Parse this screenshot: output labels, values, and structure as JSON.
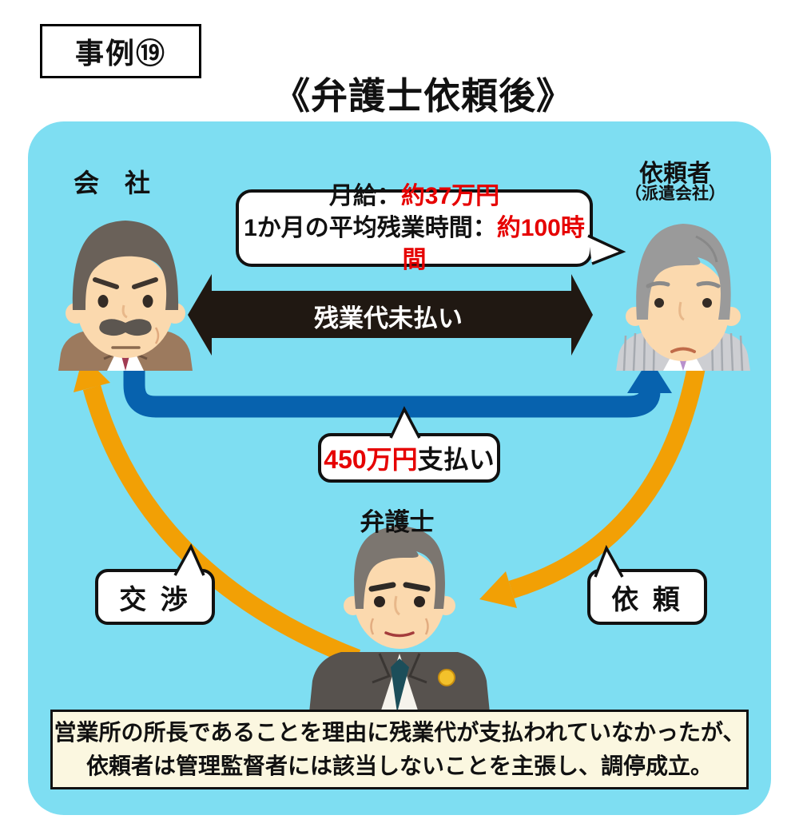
{
  "badge_label": "事例⑲",
  "title": "《弁護士依頼後》",
  "actors": {
    "company": {
      "label": "会　社"
    },
    "client": {
      "label": "依頼者",
      "sublabel": "（派遣会社）"
    },
    "lawyer": {
      "label": "弁護士"
    }
  },
  "bubbles": {
    "salary": {
      "line1_label": "月給：",
      "line1_value": "約37万円",
      "line2_label": "1か月の平均残業時間：",
      "line2_value": "約100時間"
    },
    "payment": {
      "value": "450万円",
      "label": "支払い"
    },
    "negotiation": {
      "label": "交 渉"
    },
    "request": {
      "label": "依 頼"
    }
  },
  "arrows": {
    "unpaid_label": "残業代未払い",
    "payment_direction": "client-to-company-payment",
    "request_direction": "client-to-lawyer",
    "negotiation_direction": "lawyer-to-company"
  },
  "footer": {
    "line1": "営業所の所長であることを理由に残業代が支払われていなかったが、",
    "line2": "依頼者は管理監督者には該当しないことを主張し、調停成立。"
  },
  "colors": {
    "panel": "#7EDEF2",
    "arrow_black": "#201812",
    "arrow_blue": "#0762AE",
    "arrow_orange": "#F2A005",
    "highlight_red": "#E60000",
    "footer_bg": "#FBF7E0"
  }
}
